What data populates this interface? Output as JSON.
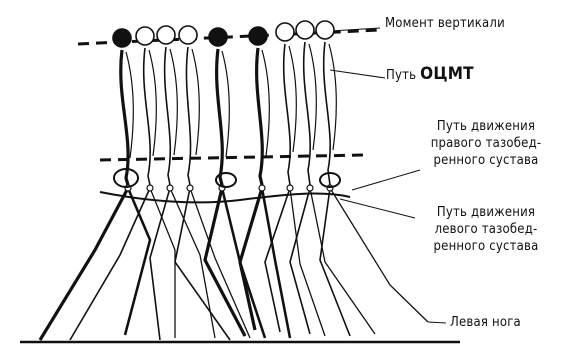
{
  "figure": {
    "labels": {
      "moment_vertical": "Момент вертикали",
      "path_prefix": "Путь",
      "path_ocmt": "ОЦМТ",
      "right_hip_path": [
        "Путь движения",
        "правого тазобед-",
        "ренного сустава"
      ],
      "left_hip_path": [
        "Путь движения",
        "левого тазобед-",
        "ренного сустава"
      ],
      "left_leg": "Левая нога"
    },
    "colors": {
      "ink": "#111111",
      "paper": "#ffffff"
    }
  }
}
